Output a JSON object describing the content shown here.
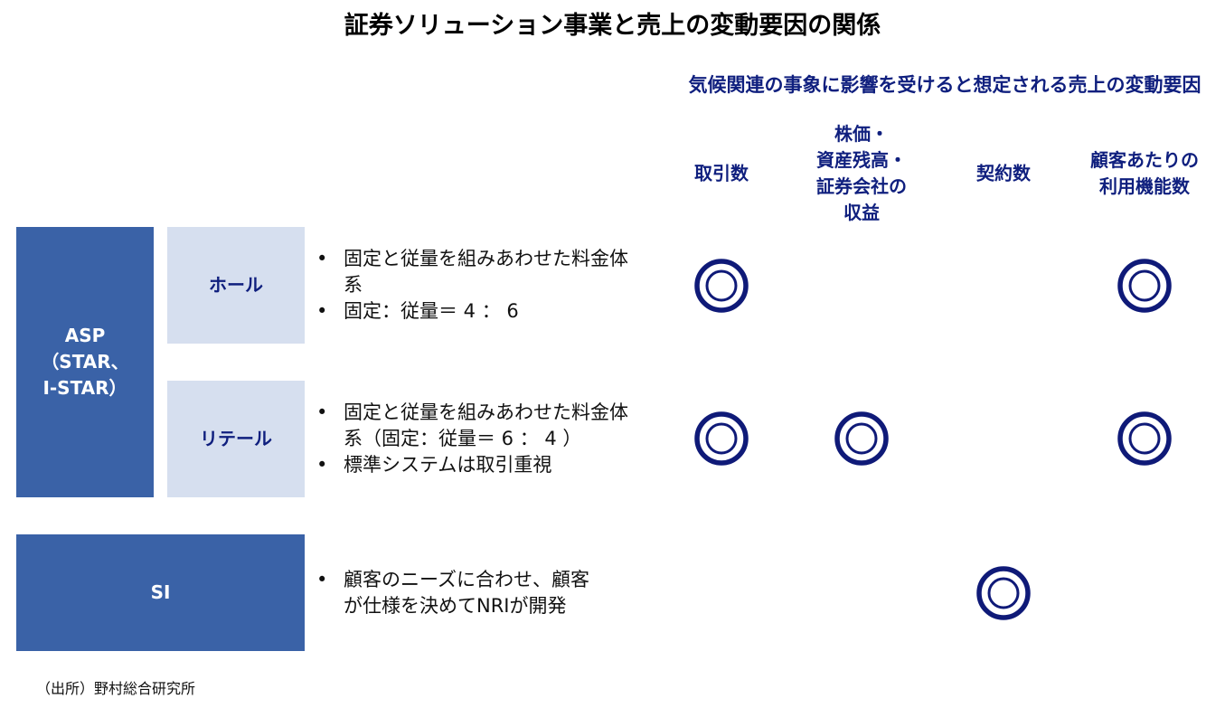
{
  "title": "証券ソリューション事業と売上の変動要因の関係",
  "subtitle": "気候関連の事象に影響を受けると想定される売上の変動要因",
  "columns": [
    {
      "label": "取引数"
    },
    {
      "label": "株価・\n資産残高・\n証券会社の\n収益"
    },
    {
      "label": "契約数"
    },
    {
      "label": "顧客あたりの\n利用機能数"
    }
  ],
  "groups": {
    "asp": "ASP\n（STAR、\nI-STAR）",
    "hole": "ホール",
    "retail": "リテール",
    "si": "SI"
  },
  "bullets": {
    "hole": [
      "固定と従量を組みあわせた料金体系",
      "固定：従量＝ 4 ： 6"
    ],
    "retail": [
      "固定と従量を組みあわせた料金体系（固定：従量＝ 6 ： 4 ）",
      "標準システムは取引重視"
    ],
    "si": [
      "顧客のニーズに合わせ、顧客が仕様を決めてNRIが開発"
    ]
  },
  "bullet_char": "•",
  "matrix": {
    "hole": [
      true,
      false,
      false,
      true
    ],
    "retail": [
      true,
      true,
      false,
      true
    ],
    "si": [
      false,
      false,
      true,
      false
    ]
  },
  "mark_icon": "double-circle-icon",
  "source": "（出所）野村総合研究所",
  "colors": {
    "dark": "#3a62a7",
    "light": "#d6dfef",
    "navy": "#0f1a78"
  }
}
